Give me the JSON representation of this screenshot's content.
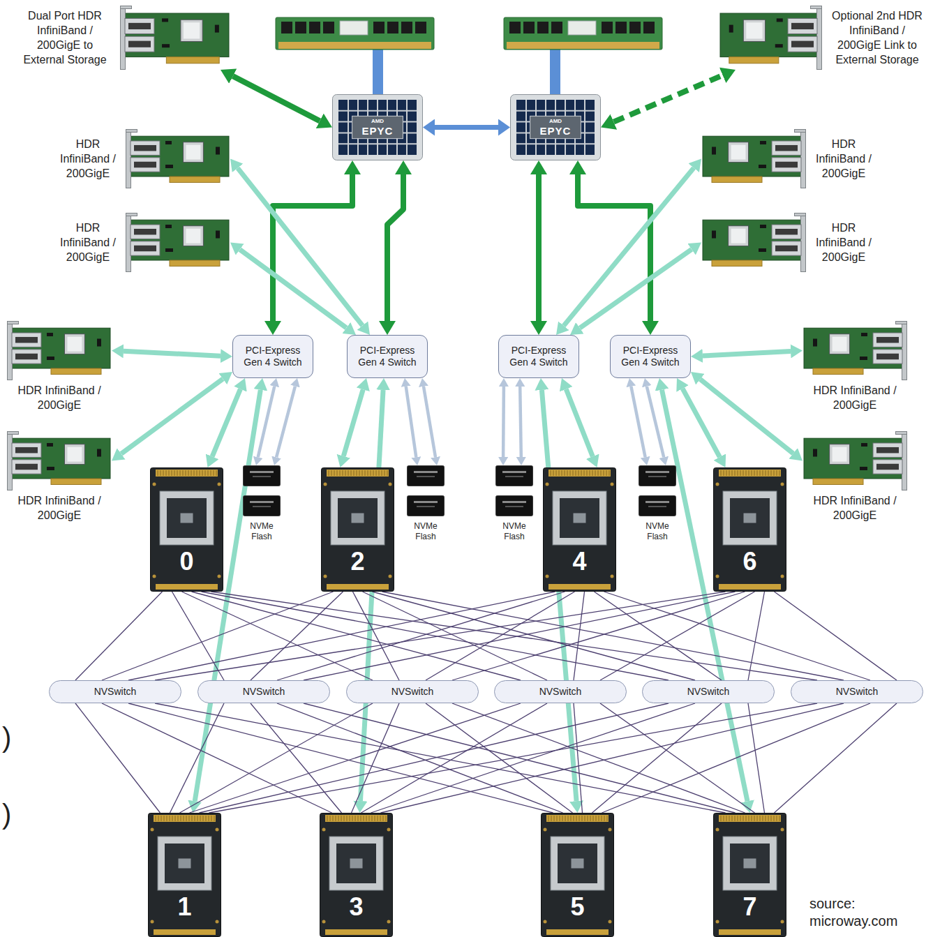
{
  "diagram": {
    "nodes": [
      {
        "text": [
          "Dual Port HDR InfiniBand / 200GigE to External Storage"
        ]
      },
      {
        "text": [
          "AMD",
          "EPYC"
        ]
      },
      {
        "text": [
          "AMD",
          "EPYC"
        ]
      },
      {
        "text": [
          "Optional 2nd HDR InfiniBand / 200GigE Link to External Storage"
        ]
      },
      {
        "text": [
          "HDR InfiniBand / 200GigE"
        ]
      },
      {
        "text": [
          "HDR InfiniBand / 200GigE"
        ]
      },
      {
        "text": [
          "HDR InfiniBand / 200GigE"
        ]
      },
      {
        "text": [
          "HDR InfiniBand / 200GigE"
        ]
      },
      {
        "text": [
          "PCI-Express Gen 4 Switch"
        ]
      },
      {
        "text": [
          "PCI-Express Gen 4 Switch"
        ]
      },
      {
        "text": [
          "PCI-Express Gen 4 Switch"
        ]
      },
      {
        "text": [
          "PCI-Express Gen 4 Switch"
        ]
      },
      {
        "text": [
          "HDR InfiniBand / 200GigE"
        ]
      },
      {
        "text": [
          "HDR InfiniBand / 200GigE"
        ]
      },
      {
        "text": [
          "HDR InfiniBand / 200GigE"
        ]
      },
      {
        "text": [
          "HDR InfiniBand / 200GigE"
        ]
      },
      {
        "text": [
          "0"
        ]
      },
      {
        "text": [
          "NVMe Flash"
        ]
      },
      {
        "text": [
          "2"
        ]
      },
      {
        "text": [
          "NVMe Flash"
        ]
      },
      {
        "text": [
          "NVMe Flash"
        ]
      },
      {
        "text": [
          "4"
        ]
      },
      {
        "text": [
          "NVMe Flash"
        ]
      },
      {
        "text": [
          "6"
        ]
      },
      {
        "text": [
          "NVSwitch"
        ]
      },
      {
        "text": [
          "NVSwitch"
        ]
      },
      {
        "text": [
          "NVSwitch"
        ]
      },
      {
        "text": [
          "NVSwitch"
        ]
      },
      {
        "text": [
          "NVSwitch"
        ]
      },
      {
        "text": [
          "NVSwitch"
        ]
      },
      {
        "text": [
          "1"
        ]
      },
      {
        "text": [
          "3"
        ]
      },
      {
        "text": [
          "5"
        ]
      },
      {
        "text": [
          "7"
        ]
      }
    ],
    "edges": [
      {
        "from": 0,
        "to": 1,
        "arrow": "both"
      },
      {
        "from": 1,
        "to": 2,
        "arrow": "both"
      },
      {
        "from": 2,
        "to": 3,
        "arrow": "both"
      },
      {
        "from": 1,
        "to": 8,
        "arrow": "both"
      },
      {
        "from": 1,
        "to": 9,
        "arrow": "both"
      },
      {
        "from": 2,
        "to": 10,
        "arrow": "both"
      },
      {
        "from": 2,
        "to": 11,
        "arrow": "both"
      },
      {
        "from": 4,
        "to": 9,
        "arrow": "both"
      },
      {
        "from": 6,
        "to": 9,
        "arrow": "both"
      },
      {
        "from": 5,
        "to": 10,
        "arrow": "both"
      },
      {
        "from": 7,
        "to": 10,
        "arrow": "both"
      },
      {
        "from": 12,
        "to": 8,
        "arrow": "both"
      },
      {
        "from": 14,
        "to": 8,
        "arrow": "both"
      },
      {
        "from": 13,
        "to": 11,
        "arrow": "both"
      },
      {
        "from": 15,
        "to": 11,
        "arrow": "both"
      },
      {
        "from": 16,
        "to": 8,
        "arrow": "both"
      },
      {
        "from": 30,
        "to": 8,
        "arrow": "both"
      },
      {
        "from": 17,
        "to": 8,
        "arrow": "both"
      },
      {
        "from": 17,
        "to": 8,
        "arrow": "both"
      },
      {
        "from": 18,
        "to": 9,
        "arrow": "both"
      },
      {
        "from": 31,
        "to": 9,
        "arrow": "both"
      },
      {
        "from": 19,
        "to": 9,
        "arrow": "both"
      },
      {
        "from": 19,
        "to": 9,
        "arrow": "both"
      },
      {
        "from": 20,
        "to": 10,
        "arrow": "both"
      },
      {
        "from": 20,
        "to": 10,
        "arrow": "both"
      },
      {
        "from": 21,
        "to": 10,
        "arrow": "both"
      },
      {
        "from": 32,
        "to": 10,
        "arrow": "both"
      },
      {
        "from": 22,
        "to": 11,
        "arrow": "both"
      },
      {
        "from": 22,
        "to": 11,
        "arrow": "both"
      },
      {
        "from": 23,
        "to": 11,
        "arrow": "both"
      },
      {
        "from": 33,
        "to": 11,
        "arrow": "both"
      },
      {
        "from": 16,
        "to": 24,
        "arrow": "none"
      },
      {
        "from": 16,
        "to": 25,
        "arrow": "none"
      },
      {
        "from": 16,
        "to": 26,
        "arrow": "none"
      },
      {
        "from": 16,
        "to": 27,
        "arrow": "none"
      },
      {
        "from": 16,
        "to": 28,
        "arrow": "none"
      },
      {
        "from": 16,
        "to": 29,
        "arrow": "none"
      },
      {
        "from": 18,
        "to": 24,
        "arrow": "none"
      },
      {
        "from": 18,
        "to": 25,
        "arrow": "none"
      },
      {
        "from": 18,
        "to": 26,
        "arrow": "none"
      },
      {
        "from": 18,
        "to": 27,
        "arrow": "none"
      },
      {
        "from": 18,
        "to": 28,
        "arrow": "none"
      },
      {
        "from": 18,
        "to": 29,
        "arrow": "none"
      },
      {
        "from": 21,
        "to": 24,
        "arrow": "none"
      },
      {
        "from": 21,
        "to": 25,
        "arrow": "none"
      },
      {
        "from": 21,
        "to": 26,
        "arrow": "none"
      },
      {
        "from": 21,
        "to": 27,
        "arrow": "none"
      },
      {
        "from": 21,
        "to": 28,
        "arrow": "none"
      },
      {
        "from": 21,
        "to": 29,
        "arrow": "none"
      },
      {
        "from": 23,
        "to": 24,
        "arrow": "none"
      },
      {
        "from": 23,
        "to": 25,
        "arrow": "none"
      },
      {
        "from": 23,
        "to": 26,
        "arrow": "none"
      },
      {
        "from": 23,
        "to": 27,
        "arrow": "none"
      },
      {
        "from": 23,
        "to": 28,
        "arrow": "none"
      },
      {
        "from": 23,
        "to": 29,
        "arrow": "none"
      },
      {
        "from": 30,
        "to": 24,
        "arrow": "none"
      },
      {
        "from": 30,
        "to": 25,
        "arrow": "none"
      },
      {
        "from": 30,
        "to": 26,
        "arrow": "none"
      },
      {
        "from": 30,
        "to": 27,
        "arrow": "none"
      },
      {
        "from": 30,
        "to": 28,
        "arrow": "none"
      },
      {
        "from": 30,
        "to": 29,
        "arrow": "none"
      },
      {
        "from": 31,
        "to": 24,
        "arrow": "none"
      },
      {
        "from": 31,
        "to": 25,
        "arrow": "none"
      },
      {
        "from": 31,
        "to": 26,
        "arrow": "none"
      },
      {
        "from": 31,
        "to": 27,
        "arrow": "none"
      },
      {
        "from": 31,
        "to": 28,
        "arrow": "none"
      },
      {
        "from": 31,
        "to": 29,
        "arrow": "none"
      },
      {
        "from": 32,
        "to": 24,
        "arrow": "none"
      },
      {
        "from": 32,
        "to": 25,
        "arrow": "none"
      },
      {
        "from": 32,
        "to": 26,
        "arrow": "none"
      },
      {
        "from": 32,
        "to": 27,
        "arrow": "none"
      },
      {
        "from": 32,
        "to": 28,
        "arrow": "none"
      },
      {
        "from": 32,
        "to": 29,
        "arrow": "none"
      },
      {
        "from": 33,
        "to": 24,
        "arrow": "none"
      },
      {
        "from": 33,
        "to": 25,
        "arrow": "none"
      },
      {
        "from": 33,
        "to": 26,
        "arrow": "none"
      },
      {
        "from": 33,
        "to": 27,
        "arrow": "none"
      },
      {
        "from": 33,
        "to": 28,
        "arrow": "none"
      },
      {
        "from": 33,
        "to": 29,
        "arrow": "none"
      }
    ],
    "labels": [
      "source: microway.com",
      ")",
      ")"
    ]
  }
}
